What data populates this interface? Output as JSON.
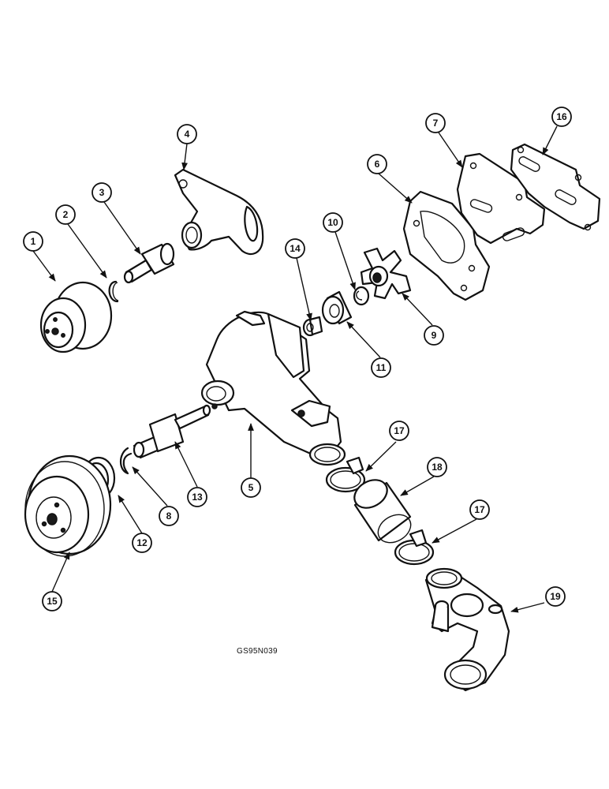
{
  "drawing_code": "GS95N039",
  "callouts": [
    "1",
    "2",
    "3",
    "4",
    "5",
    "6",
    "7",
    "8",
    "9",
    "10",
    "11",
    "12",
    "13",
    "14",
    "15",
    "16",
    "17",
    "17",
    "18",
    "19"
  ]
}
